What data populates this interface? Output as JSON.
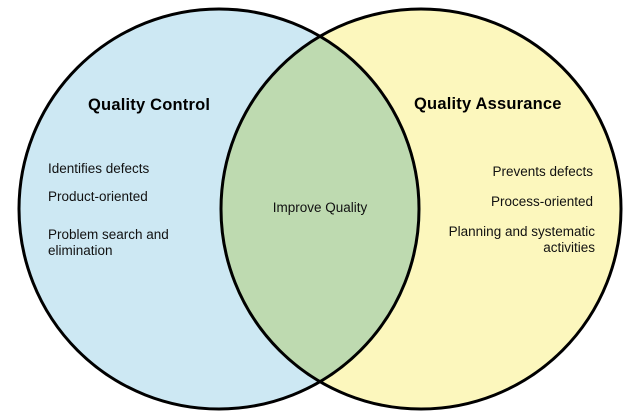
{
  "venn": {
    "left": {
      "label": "Quality Control",
      "items": [
        "Identifies defects",
        "Product-oriented",
        "Problem search and elimination"
      ]
    },
    "overlap": {
      "label": "Improve Quality"
    },
    "right": {
      "label": "Quality Assurance",
      "items": [
        "Prevents defects",
        "Process-oriented",
        "Planning and systematic activities"
      ]
    },
    "colors": {
      "left_fill": "#cde8f3",
      "right_fill": "#fcf7bd",
      "overlap_fill": "#bedab0",
      "outline": "#000000",
      "background": "#ffffff"
    }
  }
}
